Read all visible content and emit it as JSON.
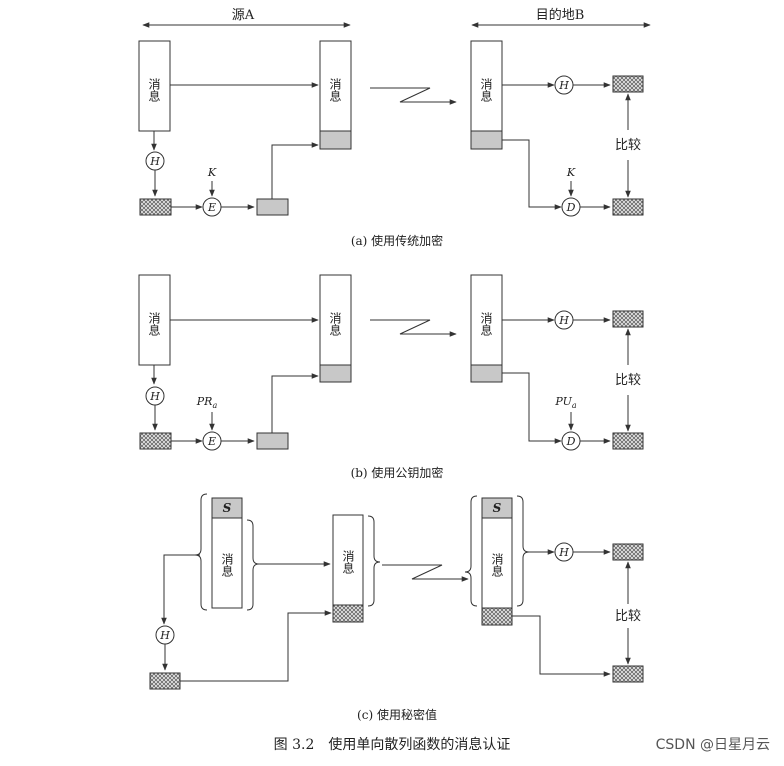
{
  "source_label": "源A",
  "dest_label": "目的地B",
  "message_label": "消息",
  "compare_label": "比较",
  "hash_symbol": "H",
  "encrypt_symbol": "E",
  "decrypt_symbol": "D",
  "key_label": "K",
  "private_key_label": "PR",
  "private_key_sub": "a",
  "public_key_label": "PU",
  "public_key_sub": "a",
  "secret_label": "S",
  "caption_a": "(a) 使用传统加密",
  "caption_b": "(b) 使用公钥加密",
  "caption_c": "(c) 使用秘密值",
  "figure_caption": "图 3.2　使用单向散列函数的消息认证",
  "watermark": "CSDN @日星月云"
}
